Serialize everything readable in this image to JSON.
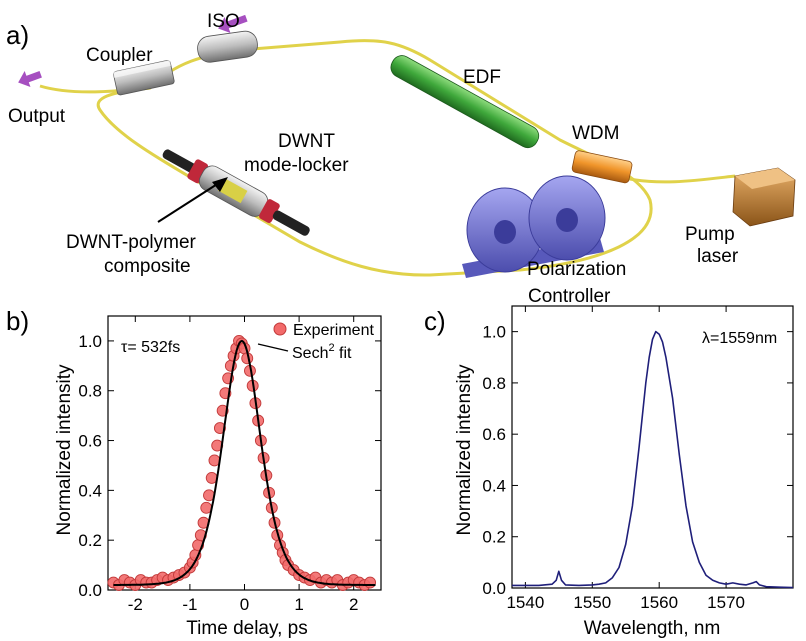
{
  "panel_a": {
    "tag": "a)",
    "labels": {
      "iso": "ISO",
      "coupler": "Coupler",
      "output": "Output",
      "edf": "EDF",
      "wdm": "WDM",
      "modelocker_line1": "DWNT",
      "modelocker_line2": "mode-locker",
      "composite_line1": "DWNT-polymer",
      "composite_line2": "composite",
      "pump_line1": "Pump",
      "pump_line2": "laser",
      "pc_line1": "Polarization",
      "pc_line2": "Controller"
    },
    "colors": {
      "fiber": "#e0d24a",
      "edf": "#3fa83b",
      "wdm": "#f0952a",
      "pump": "#c77d2c",
      "controller": "#6e6fd0",
      "arrow": "#a64fc0",
      "coupler": "#c9c9c9"
    }
  },
  "chart_data": [
    {
      "panel": "b)",
      "type": "scatter",
      "annotation": "τ= 532fs",
      "xlabel": "Time delay, ps",
      "ylabel": "Normalized intensity",
      "xlim": [
        -2.5,
        2.5
      ],
      "ylim": [
        0,
        1.1
      ],
      "xticks": [
        -2,
        -1,
        0,
        1,
        2
      ],
      "yticks": [
        0.0,
        0.2,
        0.4,
        0.6,
        0.8,
        1.0
      ],
      "xtick_labels": [
        "-2",
        "-1",
        "0",
        "1",
        "2"
      ],
      "ytick_labels": [
        "0.0",
        "0.2",
        "0.4",
        "0.6",
        "0.8",
        "1.0"
      ],
      "legend": {
        "marker_label": "Experiment",
        "fit_label": "Sech",
        "fit_sup": "2",
        "fit_suffix": " fit",
        "placement": "top-right"
      },
      "series": [
        {
          "name": "Experiment",
          "color": "#f26a6a",
          "x": [
            -2.4,
            -2.3,
            -2.2,
            -2.1,
            -2.0,
            -1.9,
            -1.8,
            -1.7,
            -1.6,
            -1.5,
            -1.4,
            -1.3,
            -1.2,
            -1.1,
            -1.0,
            -0.95,
            -0.9,
            -0.85,
            -0.8,
            -0.75,
            -0.7,
            -0.65,
            -0.6,
            -0.55,
            -0.5,
            -0.45,
            -0.4,
            -0.35,
            -0.3,
            -0.25,
            -0.2,
            -0.15,
            -0.1,
            -0.05,
            0.0,
            0.05,
            0.1,
            0.15,
            0.2,
            0.25,
            0.3,
            0.35,
            0.4,
            0.45,
            0.5,
            0.55,
            0.6,
            0.65,
            0.7,
            0.75,
            0.8,
            0.9,
            1.0,
            1.1,
            1.2,
            1.3,
            1.4,
            1.5,
            1.6,
            1.7,
            1.8,
            1.9,
            2.0,
            2.1,
            2.2,
            2.3
          ],
          "y": [
            0.03,
            0.02,
            0.04,
            0.03,
            0.02,
            0.04,
            0.03,
            0.03,
            0.04,
            0.05,
            0.04,
            0.05,
            0.06,
            0.07,
            0.09,
            0.11,
            0.14,
            0.18,
            0.22,
            0.27,
            0.33,
            0.38,
            0.45,
            0.52,
            0.58,
            0.65,
            0.72,
            0.79,
            0.85,
            0.9,
            0.94,
            0.97,
            1.0,
            0.99,
            0.97,
            0.93,
            0.88,
            0.82,
            0.75,
            0.68,
            0.6,
            0.53,
            0.46,
            0.39,
            0.33,
            0.27,
            0.22,
            0.18,
            0.15,
            0.12,
            0.1,
            0.08,
            0.06,
            0.05,
            0.04,
            0.05,
            0.03,
            0.04,
            0.03,
            0.04,
            0.02,
            0.03,
            0.04,
            0.03,
            0.02,
            0.03
          ]
        },
        {
          "name": "Sech2 fit",
          "color": "#000000",
          "peak": -0.05,
          "fwhm": 0.82,
          "baseline": 0.02
        }
      ]
    },
    {
      "panel": "c)",
      "type": "line",
      "annotation": "λ=1559nm",
      "xlabel": "Wavelength, nm",
      "ylabel": "Normalized intensity",
      "xlim": [
        1538,
        1580
      ],
      "ylim": [
        0,
        1.1
      ],
      "xticks": [
        1540,
        1550,
        1560,
        1570
      ],
      "yticks": [
        0.0,
        0.2,
        0.4,
        0.6,
        0.8,
        1.0
      ],
      "xtick_labels": [
        "1540",
        "1550",
        "1560",
        "1570"
      ],
      "ytick_labels": [
        "0.0",
        "0.2",
        "0.4",
        "0.6",
        "0.8",
        "1.0"
      ],
      "series": [
        {
          "color": "#1f1f7a",
          "x": [
            1538,
            1540,
            1542,
            1544,
            1544.6,
            1545,
            1545.4,
            1546,
            1548,
            1550,
            1551,
            1552,
            1553,
            1554,
            1555,
            1556,
            1557,
            1558,
            1558.5,
            1559,
            1559.5,
            1560,
            1560.5,
            1561,
            1562,
            1563,
            1564,
            1565,
            1566,
            1567,
            1568,
            1569,
            1570,
            1571,
            1572,
            1573,
            1574,
            1574.5,
            1575,
            1576,
            1578,
            1580
          ],
          "y": [
            0.01,
            0.01,
            0.01,
            0.015,
            0.03,
            0.065,
            0.03,
            0.012,
            0.01,
            0.012,
            0.015,
            0.02,
            0.04,
            0.08,
            0.17,
            0.32,
            0.55,
            0.8,
            0.9,
            0.97,
            1.0,
            0.99,
            0.96,
            0.9,
            0.74,
            0.52,
            0.32,
            0.18,
            0.1,
            0.05,
            0.03,
            0.02,
            0.015,
            0.02,
            0.015,
            0.012,
            0.02,
            0.025,
            0.012,
            0.005,
            0.003,
            0.002
          ]
        }
      ]
    }
  ]
}
